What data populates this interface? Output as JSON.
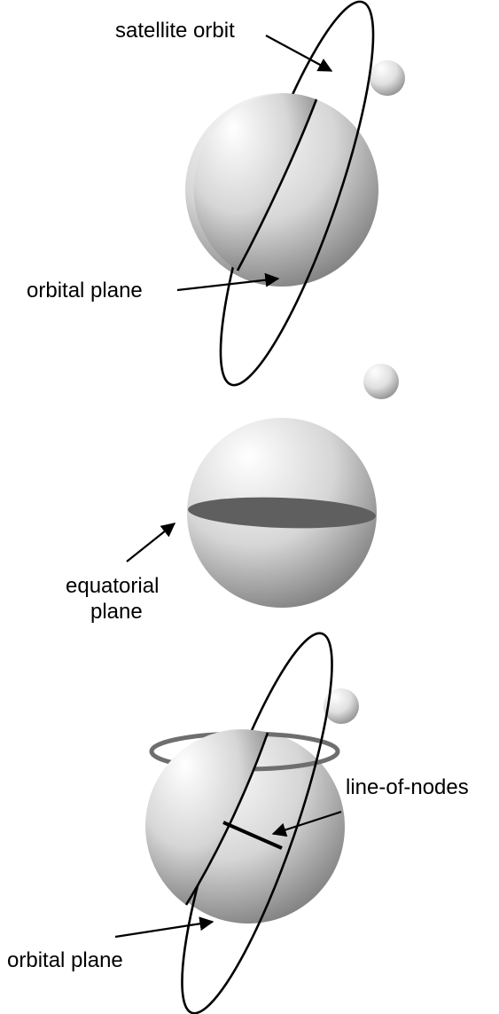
{
  "labels": {
    "satellite_orbit": "satellite orbit",
    "orbital_plane_top": "orbital plane",
    "equatorial_line1": "equatorial",
    "equatorial_line2": "plane",
    "line_of_nodes": "line-of-nodes",
    "orbital_plane_bottom": "orbital plane"
  },
  "colors": {
    "sphere_highlight": "#ffffff",
    "sphere_shadow": "#7d7d7d",
    "equatorial_fill": "#5f5f5f",
    "equator_ring": "#6e6e6e",
    "line": "#000000"
  }
}
